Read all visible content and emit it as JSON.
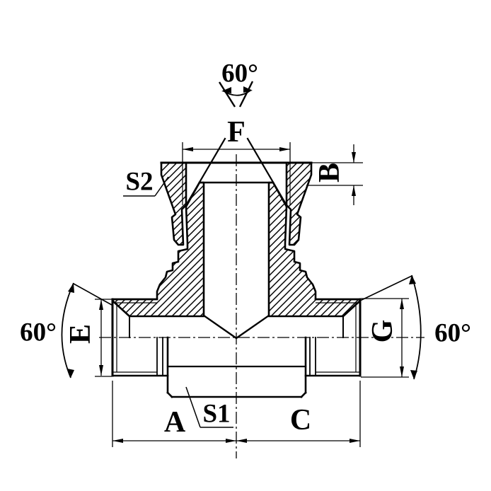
{
  "drawing": {
    "labels": {
      "top_angle": "60°",
      "f": "F",
      "b": "B",
      "s2": "S2",
      "e": "E",
      "left_angle": "60°",
      "g": "G",
      "right_angle": "60°",
      "s1": "S1",
      "a": "A",
      "c": "C"
    },
    "colors": {
      "line": "#000000",
      "background": "#ffffff"
    }
  }
}
